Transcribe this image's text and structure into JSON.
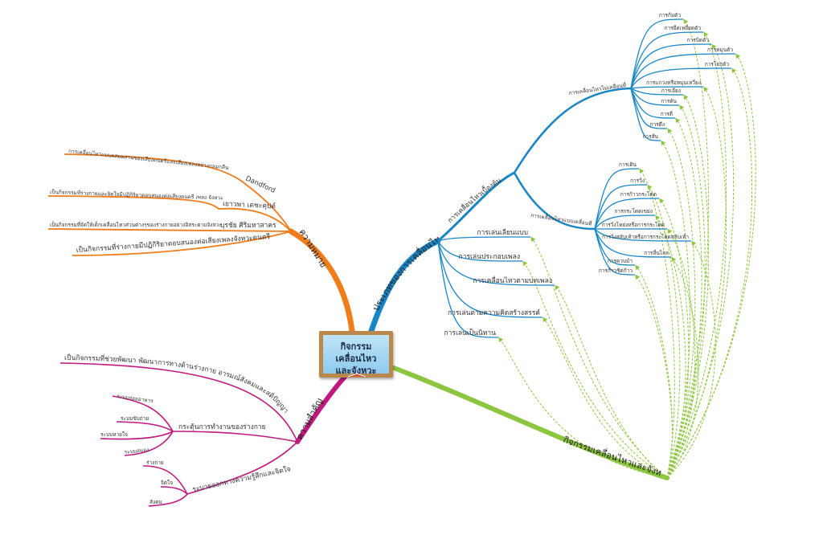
{
  "center": {
    "line1": "กิจกรรมเคลื่อนไหว",
    "line2": "และจังหวะ"
  },
  "colors": {
    "blue": "#1a86c8",
    "orange": "#f07c1a",
    "magenta": "#c0197f",
    "green": "#8cc63f"
  },
  "types": {
    "label": "ประเภทของการเคลื่อนไหว",
    "basic": {
      "label": "การเคลื่อนไหวเบื้องต้น",
      "nonlocomotor": {
        "label": "การเคลื่อนไหวไม่เคลื่อนที่",
        "items": [
          "การก้มตัว",
          "การยืดเหยียดตัว",
          "การบิดตัว",
          "การหมุนตัว",
          "การโยกตัว",
          "การแกว่งหรือหมุนเหวี่ยง",
          "การเอียง",
          "การดัน",
          "การตี",
          "การดึง",
          "การสั่น"
        ]
      },
      "locomotor": {
        "label": "การเคลื่อนไหวแบบเคลื่อนที่",
        "items": [
          "การเดิน",
          "การวิ่ง",
          "การก้าวกระโดด",
          "การกระโดดเขย่ง",
          "การวิ่งโหย่งหรือการกระโดด",
          "การวิ่งสลับเท้าหรือการกระโดดสลับเท้า",
          "การลื่นไถล",
          "การควบม้า",
          "การก้าวชิดก้าว"
        ]
      }
    },
    "others": [
      "การเล่นเลียนแบบ",
      "การเล่นประกอบเพลง",
      "การเคลื่อนไหวตามบทเพลง",
      "การเล่นตามความคิดสร้างสรรค์",
      "การเล่นเป็นนิทาน"
    ]
  },
  "meaning": {
    "label": "ความหมาย",
    "items": [
      {
        "author": "Dandford",
        "text": "การเคลื่อนไหวแบบผสมผสานของเสียงดนตรีและเสียงเพลงอย่างกลมกลืน"
      },
      {
        "author": "เยาวพา เดชะคุปต์",
        "text": "เป็นกิจกรรมที่ร่างกายและจิตใจมีปฏิกิริยาตอบสนองต่อเสียงดนตรี เพลง จังหวะ"
      },
      {
        "author": "บุรชัย ศิริมหาสาคร",
        "text": "เป็นกิจกรรมที่จัดให้เด็กเคลื่อนไหวส่วนต่างๆของร่างกายอย่างอิสระตามจังหวะ"
      },
      {
        "author": "",
        "text": "เป็นกิจกรรมที่ร่างกายมีปฏิกิริยาตอบสนองต่อเสียงเพลงจังหวะดนตรี"
      }
    ]
  },
  "importance": {
    "label": "ความสำคัญ",
    "develop": "เป็นกิจกรรมที่ช่วยพัฒนา พัฒนาการทางด้านร่างกาย อารมณ์สังคมและสติปัญญา",
    "stimulate": {
      "label": "กระตุ้นการทำงานของร่างกาย",
      "items": [
        "ระบบย่อยอาหาร",
        "ระบบขับถ่าย",
        "ระบบหายใจ",
        "ระบบสมอง"
      ]
    },
    "release": {
      "label": "ระบายออกทางความรู้สึกและจิตใจ",
      "items": [
        "ร่างกาย",
        "จิตใจ",
        "สังคม"
      ]
    }
  },
  "activity": {
    "label": "กิจกรรมเคลื่อนไหวและจังหวะ"
  }
}
